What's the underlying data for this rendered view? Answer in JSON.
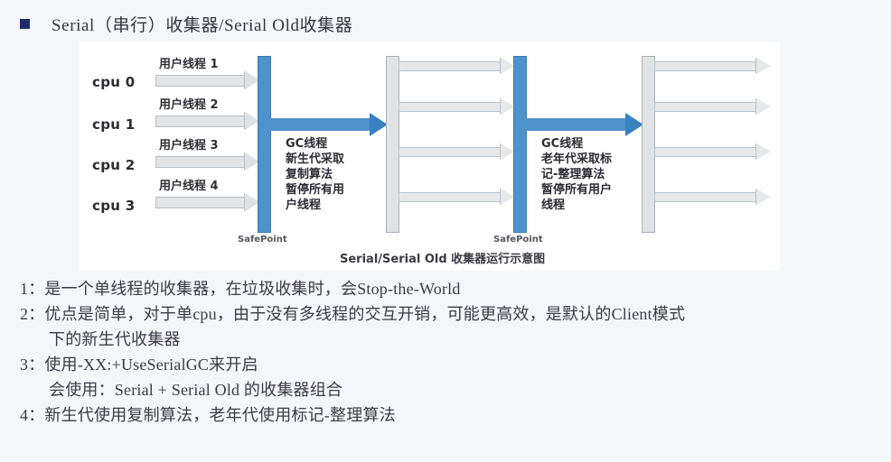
{
  "heading": {
    "bullet": "square-bullet",
    "text": "Serial（串行）收集器/Serial Old收集器"
  },
  "diagram": {
    "caption": "Serial/Serial Old 收集器运行示意图",
    "cpus": [
      "cpu 0",
      "cpu 1",
      "cpu 2",
      "cpu 3"
    ],
    "user_threads": [
      "用户线程 1",
      "用户线程 2",
      "用户线程 3",
      "用户线程 4"
    ],
    "safepoints": [
      "SafePoint",
      "SafePoint"
    ],
    "gc_phases": [
      {
        "label": "GC线程\n新生代采取\n复制算法\n暂停所有用\n户线程"
      },
      {
        "label": "GC线程\n老年代采取标\n记-整理算法\n暂停所有用户\n线程"
      }
    ],
    "colors": {
      "gc_blue": "#4e93cc",
      "bar_gray": "#e0e2e4",
      "arrow_gray": "#e2e4e6",
      "panel_bg": "#ffffff"
    }
  },
  "notes": [
    {
      "text": "1：是一个单线程的收集器，在垃圾收集时，会Stop-the-World",
      "indent": false
    },
    {
      "text": "2：优点是简单，对于单cpu，由于没有多线程的交互开销，可能更高效，是默认的Client模式",
      "indent": false
    },
    {
      "text": "下的新生代收集器",
      "indent": true
    },
    {
      "text": "3：使用-XX:+UseSerialGC来开启",
      "indent": false
    },
    {
      "text": "会使用：Serial + Serial Old 的收集器组合",
      "indent": true
    },
    {
      "text": "4：新生代使用复制算法，老年代使用标记-整理算法",
      "indent": false
    }
  ],
  "page": {
    "background": "#f4f6fa"
  }
}
